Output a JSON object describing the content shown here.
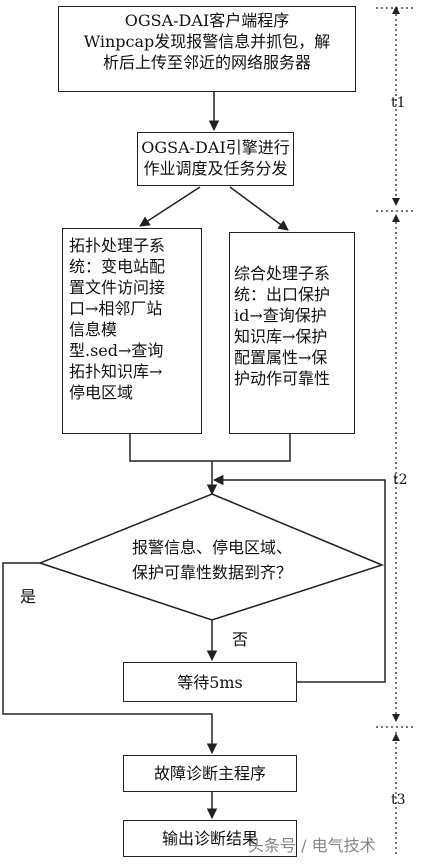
{
  "flowchart": {
    "box1": "OGSA-DAI客户端程序\nWinpcap发现报警信息并抓包，解\n析后上传至邻近的网络服务器",
    "box2": "OGSA-DAI引擎进行\n作业调度及任务分发",
    "box3": "拓扑处理子系\n统：变电站配\n置文件访问接\n口→相邻厂站\n信息模\n型.sed→查询\n拓扑知识库→\n停电区域",
    "box4": "综合处理子系\n统：出口保护\nid→查询保护\n知识库→保护\n配置属性→保\n护动作可靠性",
    "decision": "报警信息、停电区域、\n保护可靠性数据到齐？",
    "yes_label": "是",
    "no_label": "否",
    "wait_box": "等待5ms",
    "diagnosis_box": "故障诊断主程序",
    "output_box": "输出诊断结果"
  },
  "timeline": {
    "t1": "t1",
    "t2": "t2",
    "t3": "t3"
  },
  "watermark": "头条号 / 电气技术"
}
